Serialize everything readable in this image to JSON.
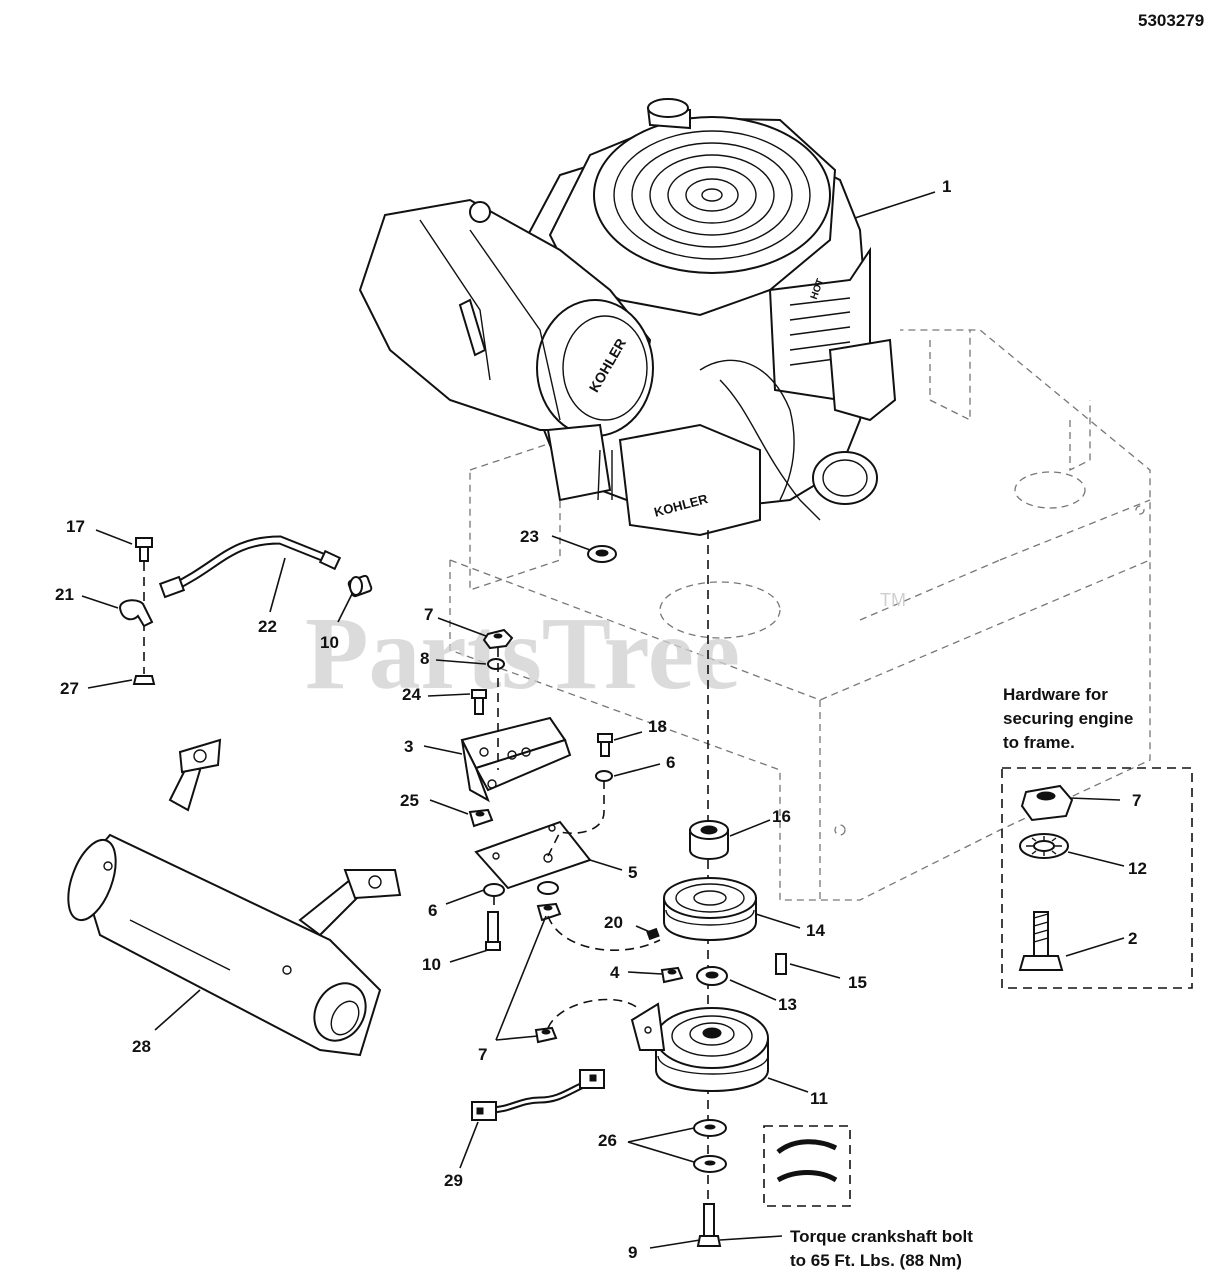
{
  "diagram_number": "5303279",
  "watermark": {
    "text": "PartsTree",
    "trademark": "TM"
  },
  "hardware_box_title": [
    "Hardware for",
    "securing engine",
    "to frame."
  ],
  "torque_note": [
    "Torque crankshaft bolt",
    "to 65 Ft. Lbs. (88 Nm)"
  ],
  "engine_brand_text": "KOHLER",
  "engine_model_text": "KOHLER",
  "hot_label": "HOT",
  "callouts": {
    "c1": "1",
    "c2": "2",
    "c3": "3",
    "c4": "4",
    "c5": "5",
    "c6a": "6",
    "c6b": "6",
    "c7a": "7",
    "c7b": "7",
    "c7c": "7",
    "c8": "8",
    "c9": "9",
    "c10a": "10",
    "c10b": "10",
    "c11": "11",
    "c12": "12",
    "c13": "13",
    "c14": "14",
    "c15": "15",
    "c16": "16",
    "c17": "17",
    "c18": "18",
    "c20": "20",
    "c21": "21",
    "c22": "22",
    "c23": "23",
    "c24": "24",
    "c25": "25",
    "c26": "26",
    "c27": "27",
    "c28": "28",
    "c29": "29"
  },
  "colors": {
    "ink": "#111111",
    "frame": "#777777",
    "watermark": "#cfcfcf"
  }
}
